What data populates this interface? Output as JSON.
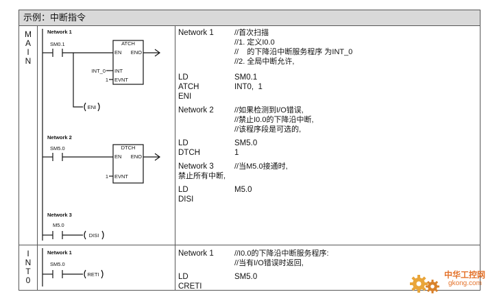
{
  "header": {
    "title": "示例：中断指令"
  },
  "main": {
    "side_label": [
      "M",
      "A",
      "I",
      "N"
    ],
    "ladder": {
      "net1": {
        "title": "Network 1",
        "contact": "SM0.1",
        "box_name": "ATCH",
        "en": "EN",
        "eno": "ENO",
        "int_in": "INT_0",
        "int_pin": "INT",
        "evnt_in": "1",
        "evnt_pin": "EVNT",
        "coil": "ENI"
      },
      "net2": {
        "title": "Network 2",
        "contact": "SM5.0",
        "box_name": "DTCH",
        "en": "EN",
        "eno": "ENO",
        "evnt_in": "1",
        "evnt_pin": "EVNT"
      },
      "net3": {
        "title": "Network 3",
        "contact": "M5.0",
        "coil": "DISI"
      }
    },
    "stl": {
      "n1_title": "Network 1",
      "n1_comments": [
        "//首次扫描",
        "//1. 定义I0.0",
        "//    的下降沿中断服务程序 为INT_0",
        "//2. 全局中断允许,"
      ],
      "n1_ops": [
        "LD",
        "ATCH",
        "ENI"
      ],
      "n1_args": [
        "SM0.1",
        "INT0,  1",
        ""
      ],
      "n2_title": "Network 2",
      "n2_comments": [
        "//如果检测到I/O错误,",
        "//禁止I0.0的下降沿中断,",
        "//该程序段是可选的,"
      ],
      "n2_ops": [
        "LD",
        "DTCH"
      ],
      "n2_args": [
        "SM5.0",
        "1"
      ],
      "n3_title": "Network 3",
      "n3_title2": "禁止所有中断,",
      "n3_comment": "//当M5.0接通时,",
      "n3_ops": [
        "LD",
        "DISI"
      ],
      "n3_args": [
        "M5.0",
        ""
      ]
    }
  },
  "int": {
    "side_label": [
      "I",
      "N",
      "T",
      "0"
    ],
    "ladder": {
      "title": "Network 1",
      "contact": "SM5.0",
      "coil": "RETI"
    },
    "stl": {
      "title": "Network 1",
      "comments": [
        "//I0.0的下降沿中断服务程序:",
        "//当有I/O错误时返回,"
      ],
      "ops": [
        "LD",
        "CRETI"
      ],
      "args": [
        "SM5.0",
        ""
      ]
    }
  },
  "watermark": {
    "brand": "中华工控网",
    "url": "gkong.com",
    "colors": {
      "orange": "#e4722a"
    }
  }
}
